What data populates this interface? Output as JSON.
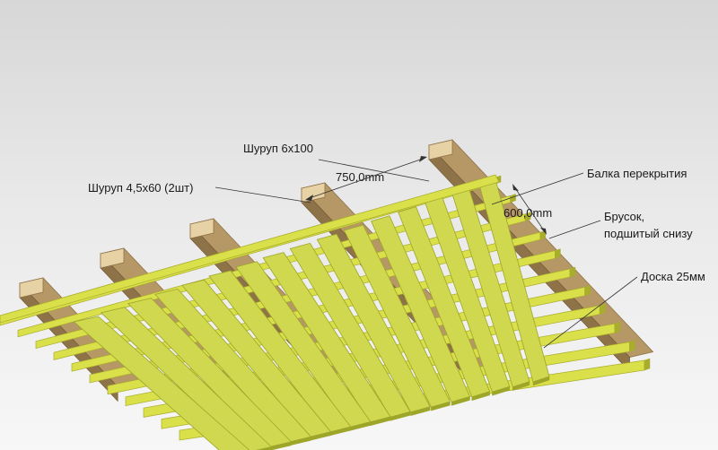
{
  "labels": {
    "screw_big": "Шуруп 6х100",
    "dimension_750": "750,0mm",
    "screw_small": "Шуруп 4,5х60 (2шт)",
    "joist": "Балка перекрытия",
    "dimension_600": "600,0mm",
    "batten_line1": "Брусок,",
    "batten_line2": "подшитый снизу",
    "board": "Доска 25мм"
  },
  "colors": {
    "background_top": "#d7d7d7",
    "background_bottom": "#f7f7f7",
    "joist_wood": "#b69766",
    "joist_wood_dark": "#8f7348",
    "joist_end": "#e6d2a4",
    "batten": "#d9e04a",
    "batten_dark": "#a9ad2c",
    "board": "#cfd84e",
    "board_dark": "#9ea62a",
    "leader": "#333333"
  }
}
